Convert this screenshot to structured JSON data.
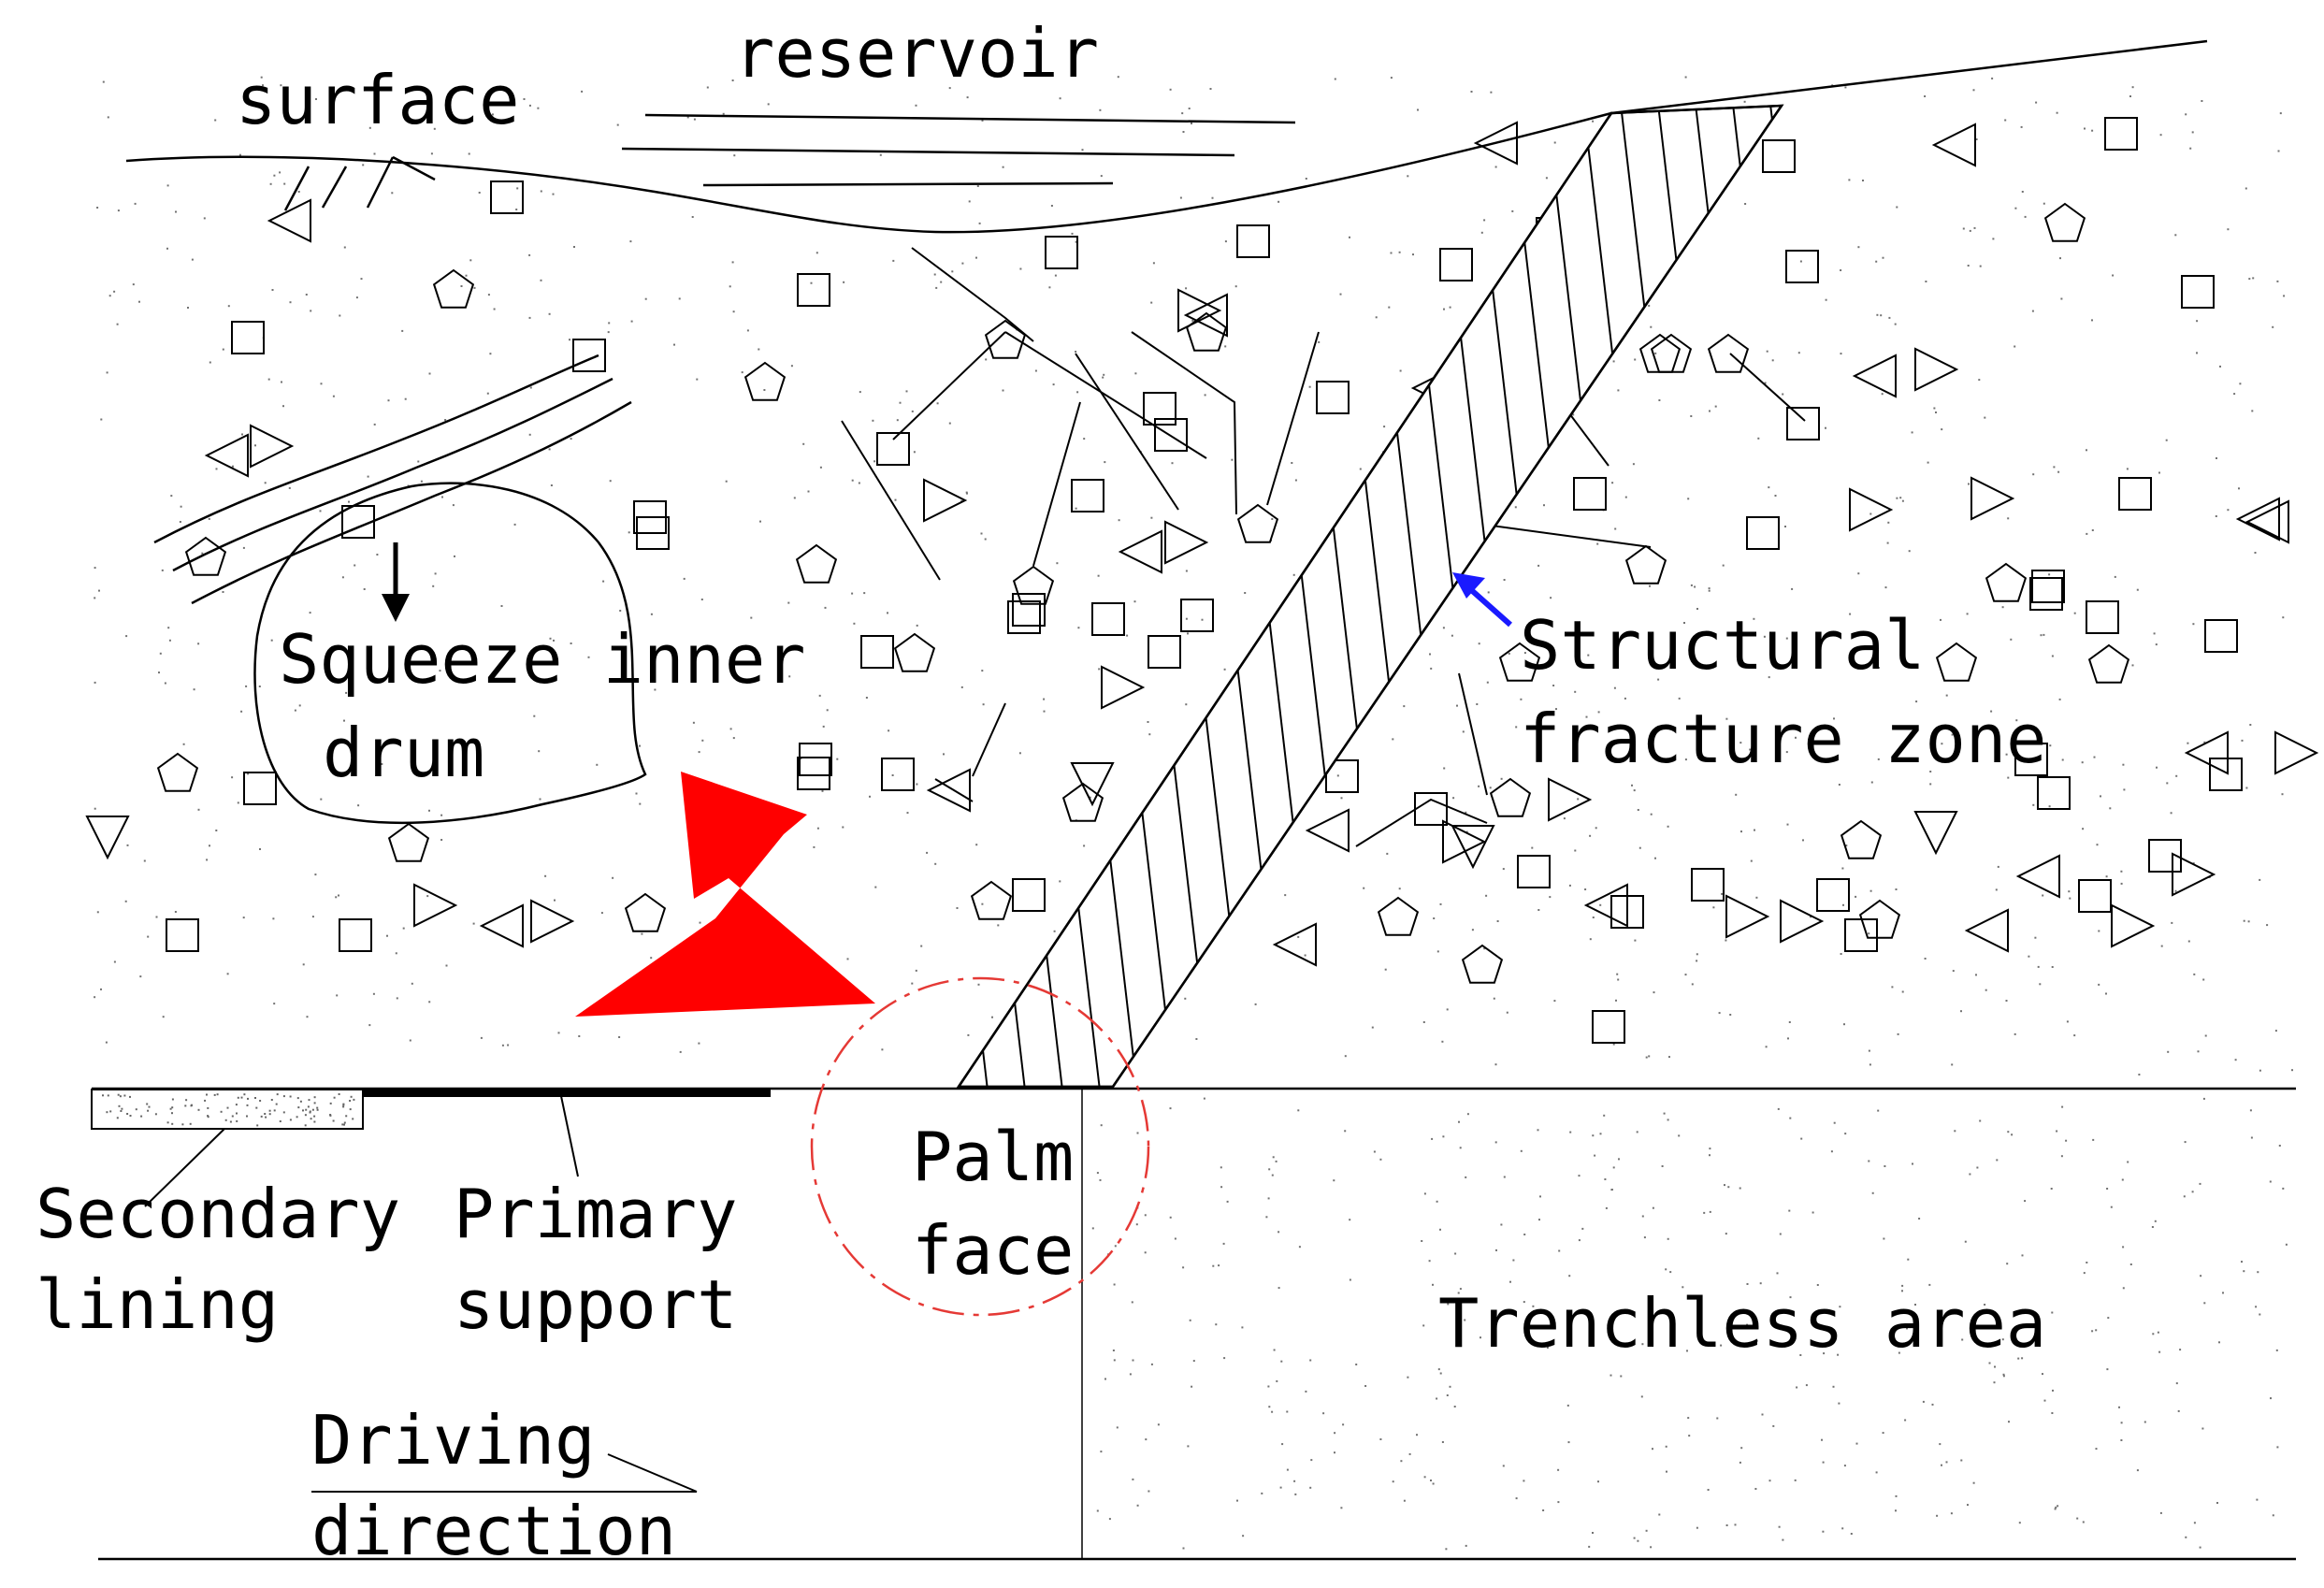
{
  "labels": {
    "surface": "surface",
    "reservoir": "reservoir",
    "squeeze_line1": "Squeeze inner",
    "squeeze_line2": "drum",
    "fracture_line1": "Structural",
    "fracture_line2": "fracture zone",
    "secondary_line1": "Secondary",
    "secondary_line2": "lining",
    "primary_line1": "Primary",
    "primary_line2": "support",
    "palm_line1": "Palm",
    "palm_line2": "face",
    "trenchless": "Trenchless area",
    "driving_line1": "Driving",
    "driving_line2": "direction"
  },
  "colors": {
    "line": "#000000",
    "red_arrow": "#ff0000",
    "palm_circle": "#e53935",
    "fracture_arrow": "#1a1aff"
  }
}
